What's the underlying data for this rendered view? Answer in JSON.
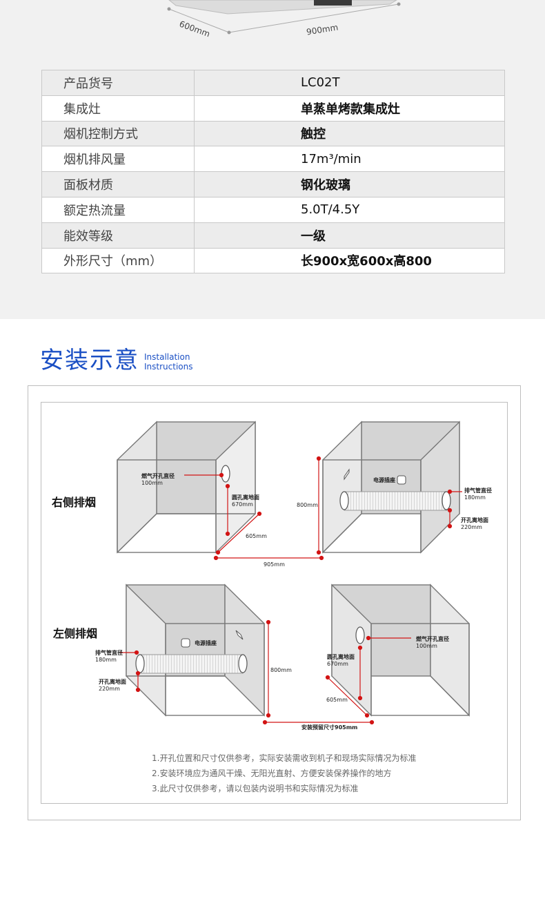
{
  "product_dims": {
    "depth": "600mm",
    "width": "900mm"
  },
  "spec_rows": [
    {
      "key": "产品货号",
      "value": "LC02T"
    },
    {
      "key": "集成灶",
      "value": "单蒸单烤款集成灶"
    },
    {
      "key": "烟机控制方式",
      "value": "触控"
    },
    {
      "key": "烟机排风量",
      "value": "17m³/min"
    },
    {
      "key": "面板材质",
      "value": "钢化玻璃"
    },
    {
      "key": "额定热流量",
      "value": "5.0T/4.5Y"
    },
    {
      "key": "能效等级",
      "value": "一级"
    },
    {
      "key": "外形尺寸（mm）",
      "value": "长900x宽600x高800"
    }
  ],
  "section": {
    "title": "安装示意",
    "subtitle_line1": "Installation",
    "subtitle_line2": "Instructions"
  },
  "right_exhaust": {
    "label": "右侧排烟",
    "gas_hole_diameter": "燃气开孔直径",
    "gas_hole_size": "100mm",
    "hole_height": "圆孔离地面",
    "hole_height_size": "670mm",
    "depth": "605mm",
    "height": "800mm",
    "socket": "电源插座",
    "exhaust_diameter": "排气管直径",
    "exhaust_size": "180mm",
    "hole_ground": "开孔离地面",
    "hole_ground_size": "220mm",
    "install_width": "905mm"
  },
  "left_exhaust": {
    "label": "左侧排烟",
    "exhaust_diameter": "排气管直径",
    "exhaust_size": "180mm",
    "hole_ground": "开孔离地面",
    "hole_ground_size": "220mm",
    "socket": "电源插座",
    "height": "800mm",
    "hole_height": "圆孔离地面",
    "hole_height_size": "670mm",
    "gas_hole_diameter": "燃气开孔直径",
    "gas_hole_size": "100mm",
    "depth": "605mm",
    "install_width": "安装预留尺寸905mm"
  },
  "notes": [
    "1.开孔位置和尺寸仅供参考，实际安装需收到机子和现场实际情况为标准",
    "2.安装环境应为通风干燥、无阳光直射、方便安装保养操作的地方",
    "3.此尺寸仅供参考，请以包装内说明书和实际情况为标准"
  ],
  "colors": {
    "accent": "#1a4fc4",
    "dim_line": "#d21414",
    "band": "#f1f1f1"
  }
}
